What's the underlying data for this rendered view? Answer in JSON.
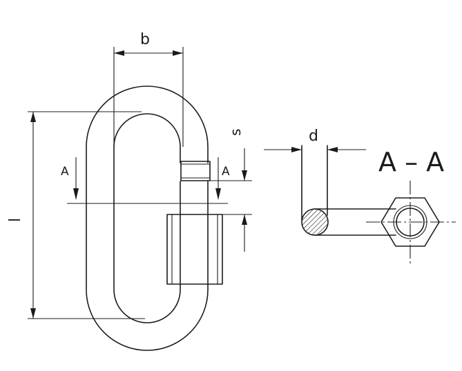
{
  "labels": {
    "width": "b",
    "length": "l",
    "gap": "s",
    "diameter": "d",
    "section_mark_left": "A",
    "section_mark_right": "A",
    "section_title": "A – A"
  },
  "colors": {
    "line": "#1a1a1a",
    "background": "#ffffff"
  }
}
